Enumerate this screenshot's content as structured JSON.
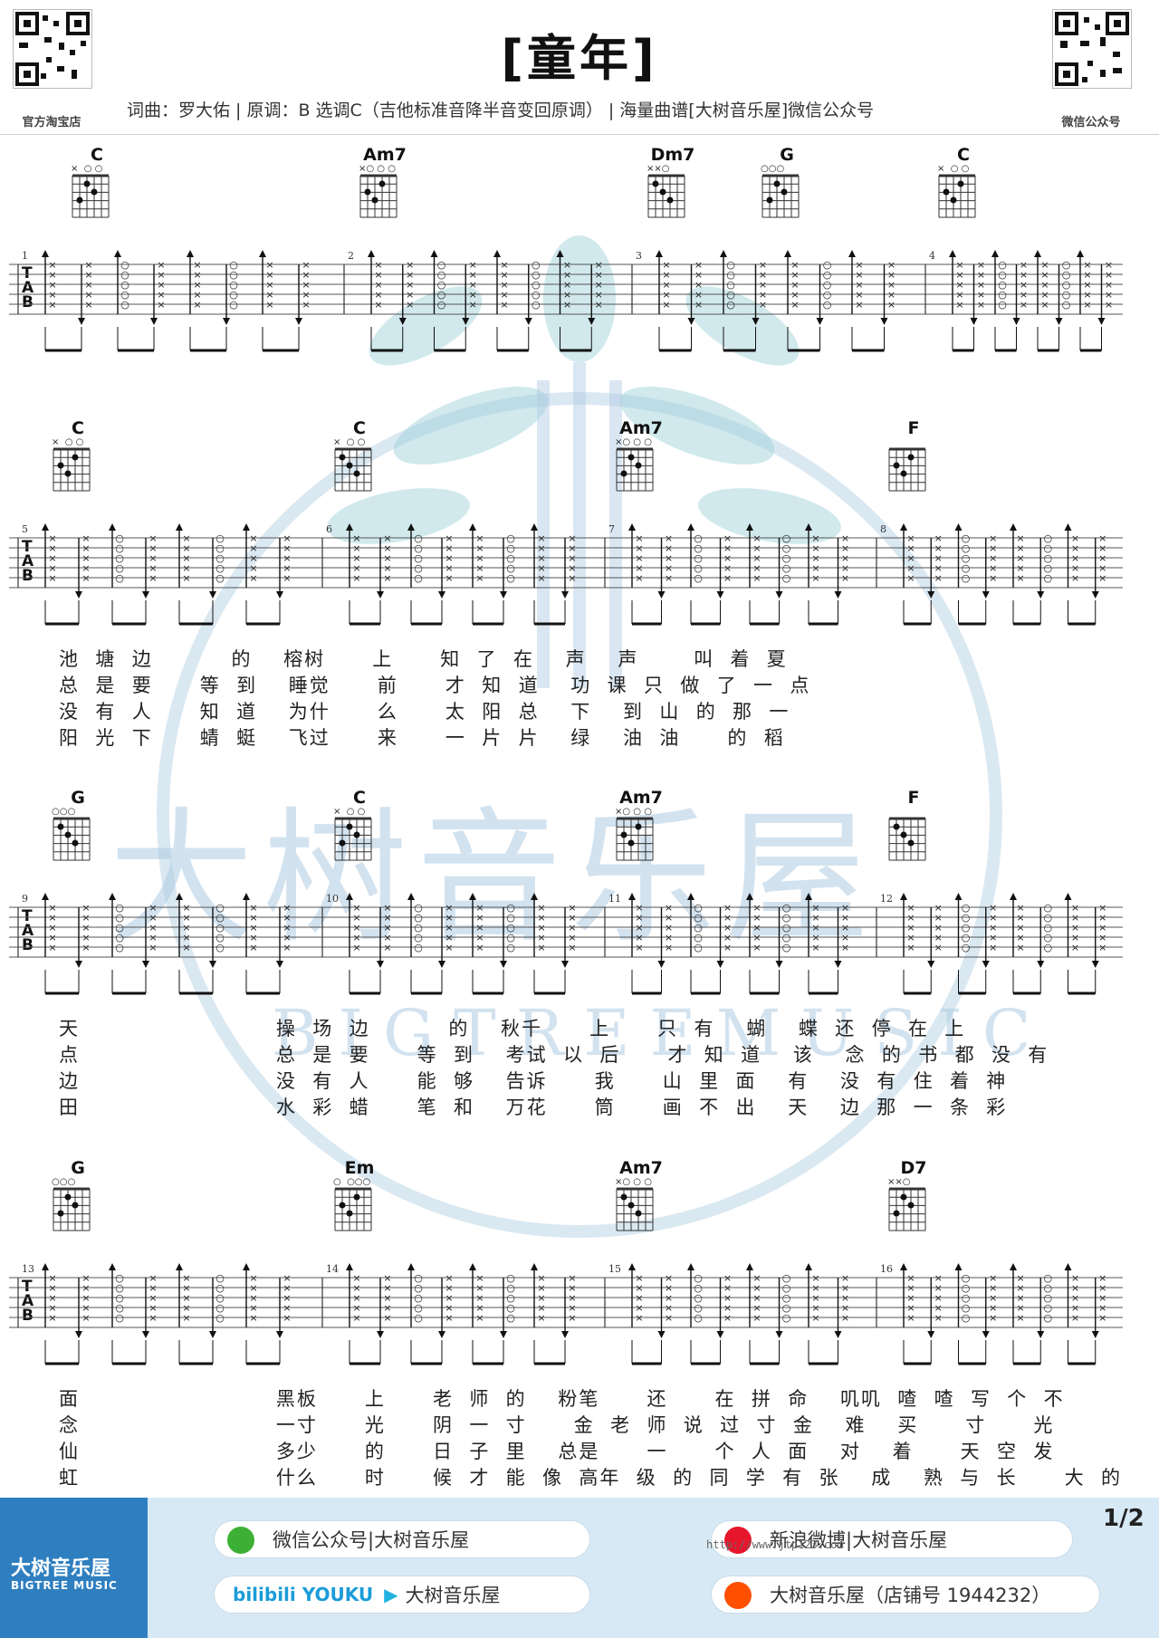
{
  "header": {
    "title": "[童年]",
    "subtitle": "词曲：罗大佑 | 原调：B 选调C（吉他标准音降半音变回原调） | 海量曲谱[大树音乐屋]微信公众号",
    "qr_left_caption": "官方淘宝店",
    "qr_right_caption": "微信公众号"
  },
  "watermark": {
    "cn": "大树音乐屋",
    "en": "BIGTREEMUSIC"
  },
  "rows": [
    {
      "chords": [
        {
          "name": "C",
          "marks": "×  ○ ○"
        },
        {
          "name": "Am7",
          "marks": "×○ ○ ○"
        },
        {
          "name": "Dm7",
          "marks": "××○"
        },
        {
          "name": "G",
          "marks": "○○○"
        },
        {
          "name": "C",
          "marks": "×  ○ ○"
        }
      ],
      "bars": [
        "1",
        "2",
        "3",
        "4"
      ],
      "lyrics": []
    },
    {
      "chords": [
        {
          "name": "C",
          "marks": "×  ○ ○"
        },
        {
          "name": "C",
          "marks": "×  ○ ○"
        },
        {
          "name": "Am7",
          "marks": "×○ ○ ○"
        },
        {
          "name": "F",
          "marks": ""
        }
      ],
      "bars": [
        "5",
        "6",
        "7",
        "8"
      ],
      "lyrics": [
        "池  塘  边          的    榕树      上      知  了  在    声    声       叫  着  夏",
        "总  是  要      等  到    睡觉      前      才  知  道    功  课  只  做  了  一  点",
        "没  有  人      知  道    为什      么      太  阳  总    下    到  山  的  那  一",
        "阳  光  下      蜻  蜓    飞过      来      一  片  片    绿    油  油      的  稻"
      ]
    },
    {
      "chords": [
        {
          "name": "G",
          "marks": "○○○"
        },
        {
          "name": "C",
          "marks": "×  ○ ○"
        },
        {
          "name": "Am7",
          "marks": "×○ ○ ○"
        },
        {
          "name": "F",
          "marks": ""
        }
      ],
      "bars": [
        "9",
        "10",
        "11",
        "12"
      ],
      "lyrics": [
        "天                         操  场  边          的    秋千      上      只  有    蝴    蝶  还  停  在  上",
        "点                         总  是  要      等  到    考试  以  后      才  知  道    该    念  的  书  都  没  有",
        "边                         没  有  人      能  够    告诉      我      山  里  面    有    没  有  住  着  神",
        "田                         水  彩  蜡      笔  和    万花      筒      画  不  出    天    边  那  一  条  彩"
      ]
    },
    {
      "chords": [
        {
          "name": "G",
          "marks": "○○○"
        },
        {
          "name": "Em",
          "marks": "○  ○○○"
        },
        {
          "name": "Am7",
          "marks": "×○ ○ ○"
        },
        {
          "name": "D7",
          "marks": "××○"
        }
      ],
      "bars": [
        "13",
        "14",
        "15",
        "16"
      ],
      "lyrics": [
        "面                         黑板      上      老  师  的    粉笔      还      在  拼  命    叽叽  喳  喳  写  个  不",
        "念                         一寸      光      阴  一  寸      金  老  师  说  过  寸  金    难    买      寸      光",
        "仙                         多少      的      日  子  里    总是      一      个  人  面    对    着      天  空  发",
        "虹                         什么      时      候  才  能  像  高年  级  的  同  学  有  张    成    熟  与  长      大  的"
      ]
    }
  ],
  "footer": {
    "brand_cn": "大树音乐屋",
    "brand_en": "BIGTREE MUSIC",
    "wechat": "微信公众号|大树音乐屋",
    "weibo": "新浪微博|大树音乐屋",
    "video": "大树音乐屋",
    "video_logos": "bilibili YOUKU",
    "taobao": "大树音乐屋（店铺号 1944232）",
    "url": "http://www.jtp123.com",
    "page": "1/2"
  },
  "colors": {
    "footer_bg": "#d7e9f5",
    "brand_blue": "#2f7fc0",
    "watermark": "#aecbe3",
    "wechat_green": "#3cb034",
    "weibo_red": "#e6162d",
    "taobao_orange": "#ff5000"
  }
}
